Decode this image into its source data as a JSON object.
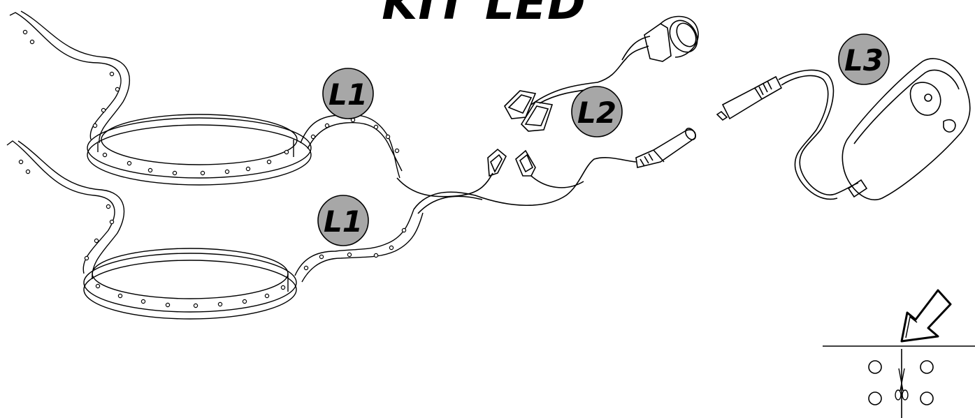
{
  "title": "KIT LED",
  "labels": {
    "strip_top": "L1",
    "strip_bottom": "L1",
    "switch_cable": "L2",
    "adapter": "L3"
  },
  "colors": {
    "badge_fill": "#a7a7a7",
    "line": "#000000"
  },
  "icons": [
    "led-strip-icon",
    "rocker-switch-icon",
    "power-adapter-icon",
    "scissors-icon",
    "arrow-icon"
  ]
}
